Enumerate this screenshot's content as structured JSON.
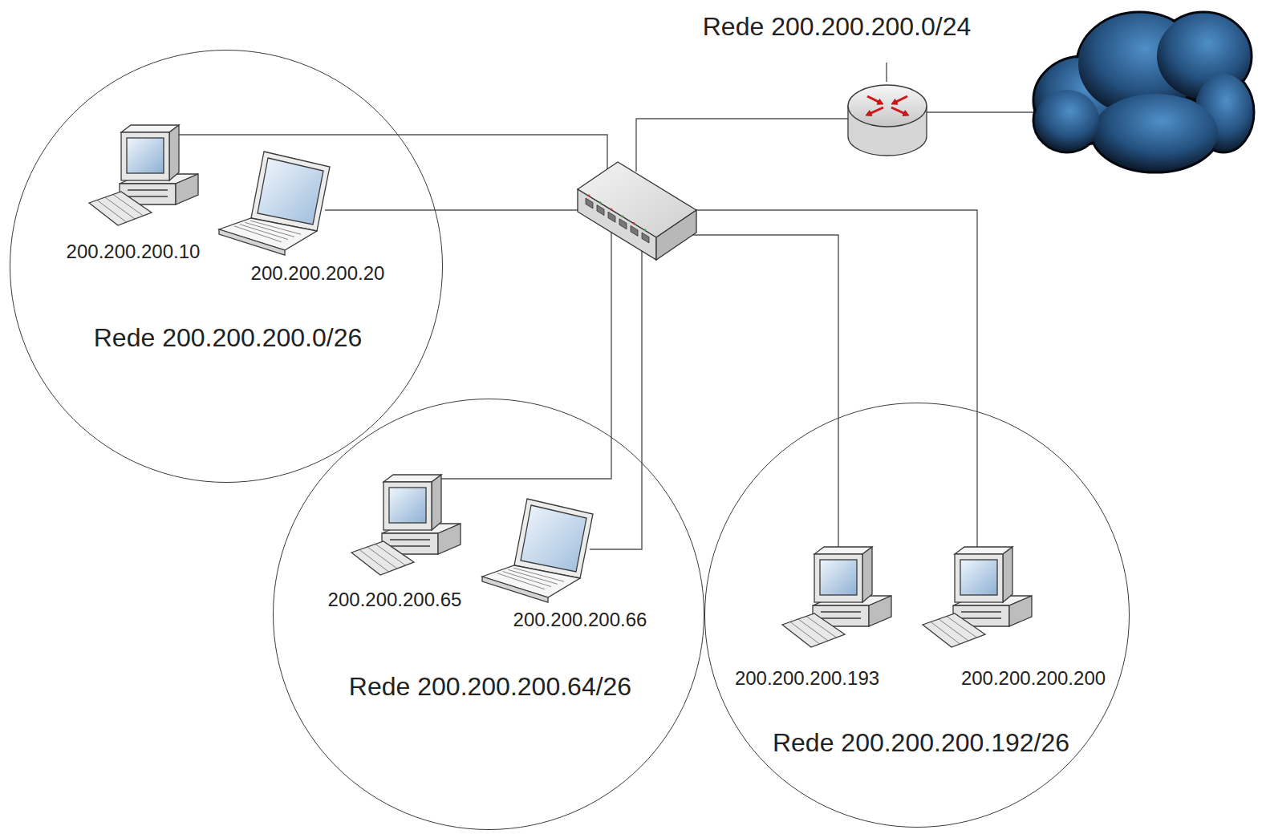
{
  "diagram": {
    "nodes": [
      {
        "text": [
          "Rede 200.200.200.0/24"
        ]
      },
      {
        "text": [
          "Rede 200.200.200.0/26"
        ]
      },
      {
        "text": [
          "200.200.200.10"
        ],
        "in": 1
      },
      {
        "text": [
          "200.200.200.20"
        ],
        "in": 1
      },
      {
        "text": [
          "Rede 200.200.200.64/26"
        ]
      },
      {
        "text": [
          "200.200.200.65"
        ],
        "in": 4
      },
      {
        "text": [
          "200.200.200.66"
        ],
        "in": 4
      },
      {
        "text": [
          "Rede 200.200.200.192/26"
        ]
      },
      {
        "text": [
          "200.200.200.193"
        ],
        "in": 7
      },
      {
        "text": [
          "200.200.200.200"
        ],
        "in": 7
      }
    ]
  }
}
